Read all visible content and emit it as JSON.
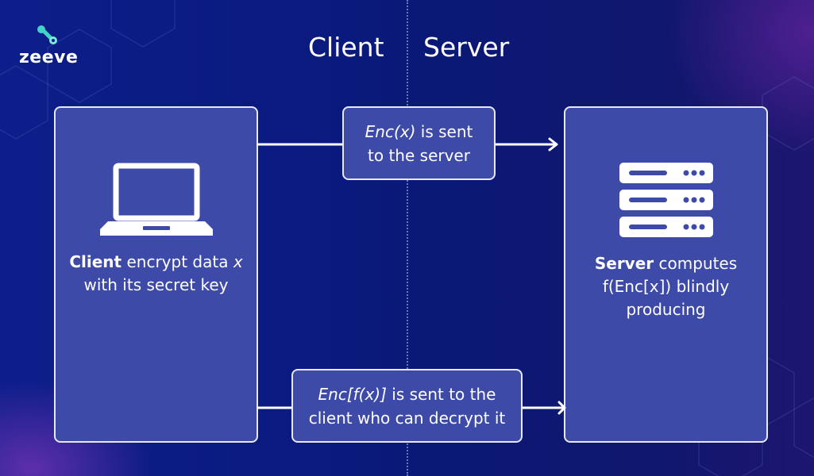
{
  "logo": {
    "text": "zeeve",
    "icon": "zeeve-logo-icon"
  },
  "sides": {
    "client_title": "Client",
    "server_title": "Server"
  },
  "client_panel": {
    "icon": "laptop-icon",
    "bold_word": "Client",
    "text_after_bold": " encrypt data ",
    "variable": "x",
    "line2": "with its secret key"
  },
  "server_panel": {
    "icon": "server-icon",
    "bold_word": "Server",
    "text_after_bold": " computes",
    "line2": "f(Enc[x]) blindly",
    "line3": "producing"
  },
  "message_to_server": {
    "italic_part": "Enc(x)",
    "rest_line1": " is sent",
    "line2": "to the server"
  },
  "message_to_client": {
    "italic_part": "Enc[f(x)]",
    "rest_line1": " is sent to the",
    "line2": "client who can decrypt it"
  },
  "colors": {
    "background_left": "#0c1e8a",
    "background_right": "#1d1670",
    "panel_fill": "#3d4aa8",
    "panel_border": "#e6e9f7",
    "logo_accent": "#43d3c6"
  }
}
